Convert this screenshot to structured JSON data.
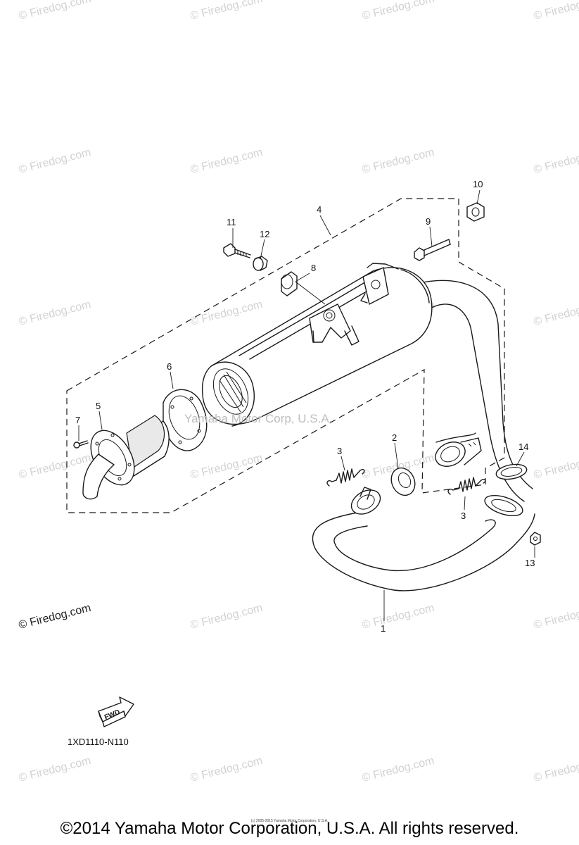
{
  "watermark": "© Firedog.com",
  "watermark_center": "Yamaha Motor Corp, U.S.A.",
  "diagram_code": "1XD1110-N110",
  "fwd_label": "FWD",
  "copyright": "©2014 Yamaha Motor Corporation, U.S.A. All rights reserved.",
  "copyright_small": "(c) 2005-2015 Yamaha Motor Corporation, U.S.A.",
  "callouts": [
    "1",
    "2",
    "3",
    "3",
    "4",
    "5",
    "6",
    "7",
    "8",
    "9",
    "10",
    "11",
    "12",
    "13",
    "14"
  ]
}
